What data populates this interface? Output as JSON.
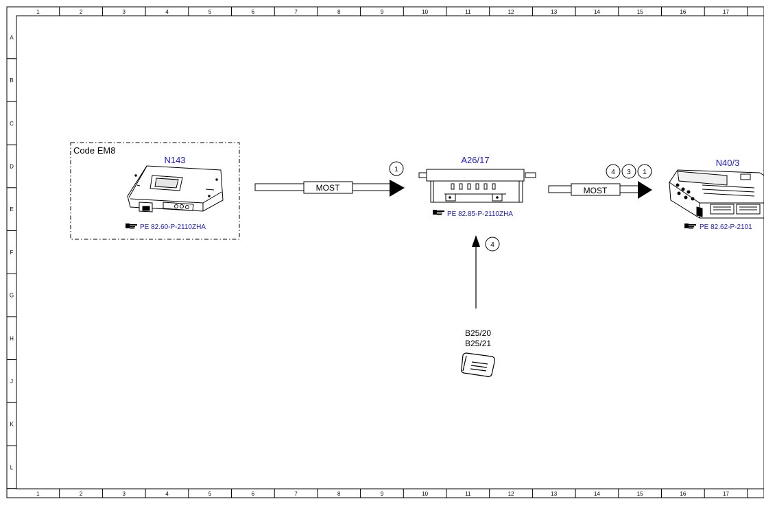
{
  "frame": {
    "columns": [
      "1",
      "2",
      "3",
      "4",
      "5",
      "6",
      "7",
      "8",
      "9",
      "10",
      "11",
      "12",
      "13",
      "14",
      "15",
      "16",
      "17"
    ],
    "rows": [
      "A",
      "B",
      "C",
      "D",
      "E",
      "F",
      "G",
      "H",
      "J",
      "K",
      "L"
    ]
  },
  "option_box": {
    "label": "Code EM8"
  },
  "components": {
    "n143": {
      "code": "N143",
      "ref": "PE 82.60-P-2110ZHA"
    },
    "a26_17": {
      "code": "A26/17",
      "ref": "PE 82.85-P-2110ZHA"
    },
    "n40_3": {
      "code": "N40/3",
      "ref": "PE 82.62-P-2101"
    },
    "b25": {
      "code_1": "B25/20",
      "code_2": "B25/21"
    }
  },
  "connections": {
    "bus_left": {
      "label": "MOST",
      "markers": [
        "1"
      ]
    },
    "bus_right": {
      "label": "MOST",
      "markers": [
        "4",
        "3",
        "1"
      ]
    },
    "sensor_link": {
      "markers": [
        "4"
      ]
    }
  },
  "icons": [
    "ref-hand-icon",
    "module-n143-icon",
    "module-a26-17-icon",
    "module-n40-3-icon",
    "sensor-b25-icon"
  ],
  "colors": {
    "label_blue": "#1a1ad0",
    "line": "#000000"
  }
}
